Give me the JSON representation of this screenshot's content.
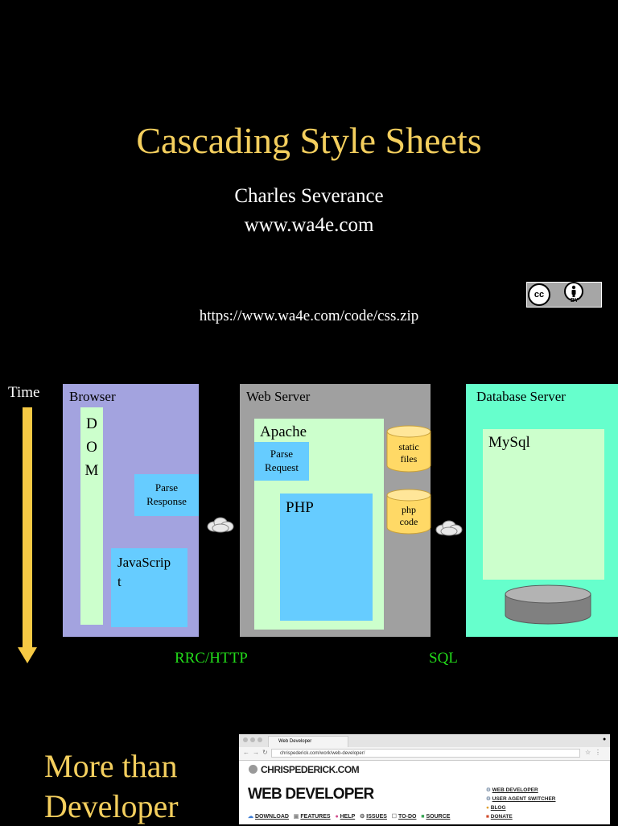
{
  "slide": {
    "title": "Cascading Style Sheets",
    "author": "Charles Severance",
    "site": "www.wa4e.com",
    "code_url": "https://www.wa4e.com/code/css.zip",
    "license": {
      "cc_label": "cc",
      "by_label": "BY"
    },
    "bottom_text": [
      "More than",
      "Developer"
    ]
  },
  "diagram": {
    "time_label": "Time",
    "browser": {
      "label": "Browser",
      "dom_letters": [
        "D",
        "O",
        "M"
      ],
      "parse_response": [
        "Parse",
        "Response"
      ],
      "javascript": [
        "JavaScrip",
        "t"
      ]
    },
    "web_server": {
      "label": "Web Server",
      "apache": "Apache",
      "parse_request": [
        "Parse",
        "Request"
      ],
      "php": "PHP",
      "static_files": [
        "static",
        "files"
      ],
      "php_code": [
        "php",
        "code"
      ]
    },
    "database_server": {
      "label": "Database Server",
      "mysql": "MySql"
    },
    "protocols": {
      "http": "RRC/HTTP",
      "sql": "SQL"
    },
    "colors": {
      "browser_bg": "#a3a3df",
      "web_server_bg": "#a0a0a0",
      "db_bg": "#66ffcc",
      "light_green": "#ccffcc",
      "blue": "#66ccff",
      "cylinder": "#ffd966",
      "title_gold": "#f4cf5e",
      "protocol_green": "#22d81a"
    }
  },
  "screenshot": {
    "tab_title": "Web Developer",
    "address": "chrispederick.com/work/web-developer/",
    "site_name": "CHRISPEDERICK.COM",
    "heading": "WEB DEVELOPER",
    "nav": [
      "DOWNLOAD",
      "FEATURES",
      "HELP",
      "ISSUES",
      "TO-DO",
      "SOURCE"
    ],
    "side_links": [
      "WEB DEVELOPER",
      "USER AGENT SWITCHER",
      "BLOG",
      "DONATE"
    ]
  }
}
